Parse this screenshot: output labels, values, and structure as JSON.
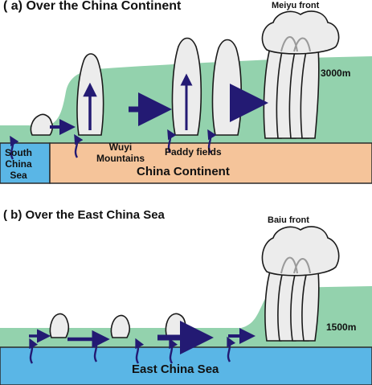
{
  "panel_a": {
    "title": "( a) Over the China Continent",
    "front_label": "Meiyu front",
    "height_label": "3000m",
    "sea_label": "South\nChina\nSea",
    "mountains_label": "Wuyi\nMountains",
    "fields_label": "Paddy fields",
    "continent_label": "China Continent"
  },
  "panel_b": {
    "title": "( b) Over the East China Sea",
    "front_label": "Baiu  front",
    "height_label": "1500m",
    "sea_label": "East China Sea"
  },
  "colors": {
    "land": "#f5c49a",
    "sea": "#5ab6e6",
    "moist_layer": "#93d2ad",
    "arrow": "#231a73",
    "cloud_fill": "#ececec",
    "cloud_stroke": "#1a1a1a",
    "outline": "#2a2a2a"
  }
}
